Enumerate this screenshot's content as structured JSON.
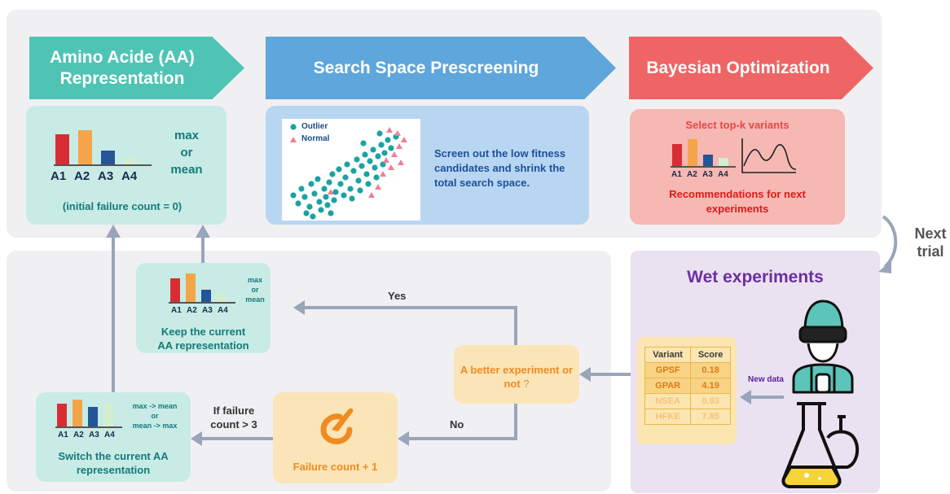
{
  "stages": {
    "representation": "Amino Acide (AA) Representation",
    "prescreening": "Search Space Prescreening",
    "bayesian": "Bayesian Optimization"
  },
  "representation_card": {
    "bars": [
      "A1",
      "A2",
      "A3",
      "A4"
    ],
    "agg_line1": "max",
    "agg_line2": "or",
    "agg_line3": "mean",
    "note": "(initial failure count = 0)"
  },
  "prescreen_card": {
    "legend_outlier": "Outlier",
    "legend_normal": "Normal",
    "description": "Screen out the low fitness candidates and shrink the total search space."
  },
  "bo_card": {
    "title": "Select top-k variants",
    "bars": [
      "A1",
      "A2",
      "A3",
      "A4"
    ],
    "recommend": "Recommendations for next experiments"
  },
  "next_trial": "Next trial",
  "wet": {
    "title": "Wet experiments",
    "new_data": "New data",
    "table_headers": [
      "Variant",
      "Score"
    ],
    "table_rows": [
      [
        "GPSF",
        "0.18"
      ],
      [
        "GPAR",
        "4.19"
      ],
      [
        "NSEA",
        "0.93"
      ],
      [
        "HFKE",
        "7.85"
      ]
    ]
  },
  "decision": {
    "question_main": "A better experiment or not",
    "question_mark": "?",
    "yes": "Yes",
    "no": "No",
    "failure_increment": "Failure count + 1",
    "condition": "If failure count > 3"
  },
  "keep_card": {
    "bars": [
      "A1",
      "A2",
      "A3",
      "A4"
    ],
    "agg_line1": "max",
    "agg_line2": "or",
    "agg_line3": "mean",
    "label": "Keep the current AA representation"
  },
  "switch_card": {
    "bars": [
      "A1",
      "A2",
      "A3",
      "A4"
    ],
    "agg_line1": "max -> mean",
    "agg_line2": "or",
    "agg_line3": "mean -> max",
    "label": "Switch the current AA representation"
  },
  "colors": {
    "teal": "#4fc4b4",
    "blue": "#5ea6dc",
    "red": "#ef6464",
    "bar1": "#d92d35",
    "bar2": "#f5a549",
    "bar3": "#24549a",
    "bar4": "#d3edd1",
    "orange": "#f18a1f",
    "purple": "#6b2fa0"
  }
}
